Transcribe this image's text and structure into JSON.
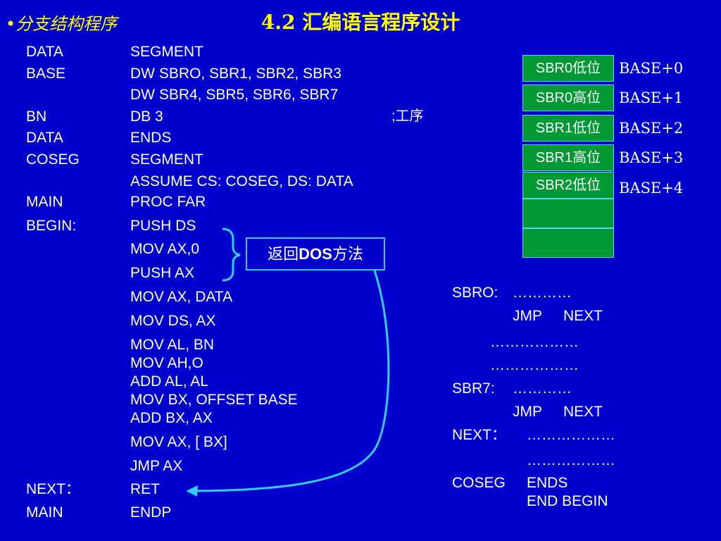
{
  "header": {
    "section_title": "•分支结构程序",
    "slide_title": "4.2 汇编语言程序设计"
  },
  "code": {
    "l1": {
      "label": "DATA",
      "instr": "SEGMENT"
    },
    "l2": {
      "label": "BASE",
      "instr": "DW SBRO, SBR1, SBR2, SBR3"
    },
    "l3": {
      "instr": "DW SBR4, SBR5, SBR6, SBR7"
    },
    "l4": {
      "label": "BN",
      "instr": "DB 3",
      "comment": ";工序"
    },
    "l5": {
      "label": "DATA",
      "instr": "ENDS"
    },
    "l6": {
      "label": "COSEG",
      "instr": "SEGMENT"
    },
    "l7": {
      "instr": "ASSUME CS: COSEG, DS: DATA"
    },
    "l8": {
      "label": "MAIN",
      "instr": "PROC FAR"
    },
    "l9": {
      "label": "BEGIN:",
      "instr": "PUSH DS"
    },
    "l10": {
      "instr": "MOV AX,0"
    },
    "l11": {
      "instr": "PUSH AX"
    },
    "l12": {
      "instr": "MOV AX, DATA"
    },
    "l13": {
      "instr": "MOV DS, AX"
    },
    "l14": {
      "instr": "MOV AL, BN"
    },
    "l15": {
      "instr": "MOV AH,O"
    },
    "l16": {
      "instr": "ADD AL, AL"
    },
    "l17": {
      "instr": "MOV  BX, OFFSET BASE"
    },
    "l18": {
      "instr": "ADD BX, AX"
    },
    "l19": {
      "instr": "MOV AX, [ BX]"
    },
    "l20": {
      "instr": "JMP AX"
    },
    "l21": {
      "label": "NEXT：",
      "instr": "RET"
    },
    "l22": {
      "label": "MAIN",
      "instr": "ENDP"
    }
  },
  "callout": {
    "prefix": "返回",
    "bold": "DOS",
    "suffix": "方法"
  },
  "memory": {
    "cells": [
      "SBR0低位",
      "SBR0高位",
      "SBR1低位",
      "SBR1高位",
      "SBR2低位"
    ],
    "addresses": [
      "BASE+0",
      "BASE+1",
      "BASE+2",
      "BASE+3",
      "BASE+4"
    ]
  },
  "right_code": {
    "r1": {
      "label": "SBRO:",
      "text": "…………"
    },
    "r2": {
      "a": "JMP",
      "b": "NEXT"
    },
    "r3": {
      "text": "………………"
    },
    "r4": {
      "text": "………………"
    },
    "r5": {
      "label": "SBR7:",
      "text": "…………"
    },
    "r6": {
      "a": "JMP",
      "b": "NEXT"
    },
    "r7": {
      "label": "NEXT：",
      "text": "………………"
    },
    "r8": {
      "text": "………………"
    },
    "r9": {
      "label": "COSEG",
      "text": "ENDS"
    },
    "r10": {
      "text": "END BEGIN"
    }
  },
  "colors": {
    "background": "#0000cc",
    "title": "#ffff00",
    "cell_fill": "#009933",
    "accent": "#33ccff"
  }
}
